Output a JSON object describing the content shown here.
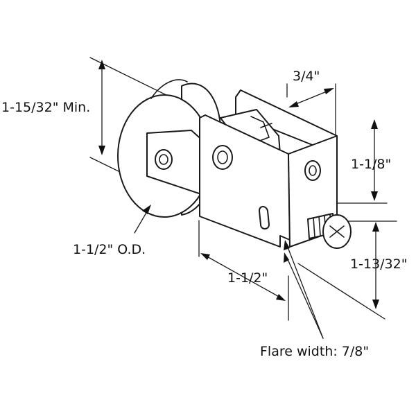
{
  "dimensions": {
    "min_height": "1-15/32\" Min.",
    "width_top": "3/4\"",
    "height_right": "1-1/8\"",
    "od": "1-1/2\" O.D.",
    "length_bottom": "1-1/2\"",
    "height_bottom_right": "1-13/32\"",
    "flare_width": "Flare width: 7/8\""
  }
}
